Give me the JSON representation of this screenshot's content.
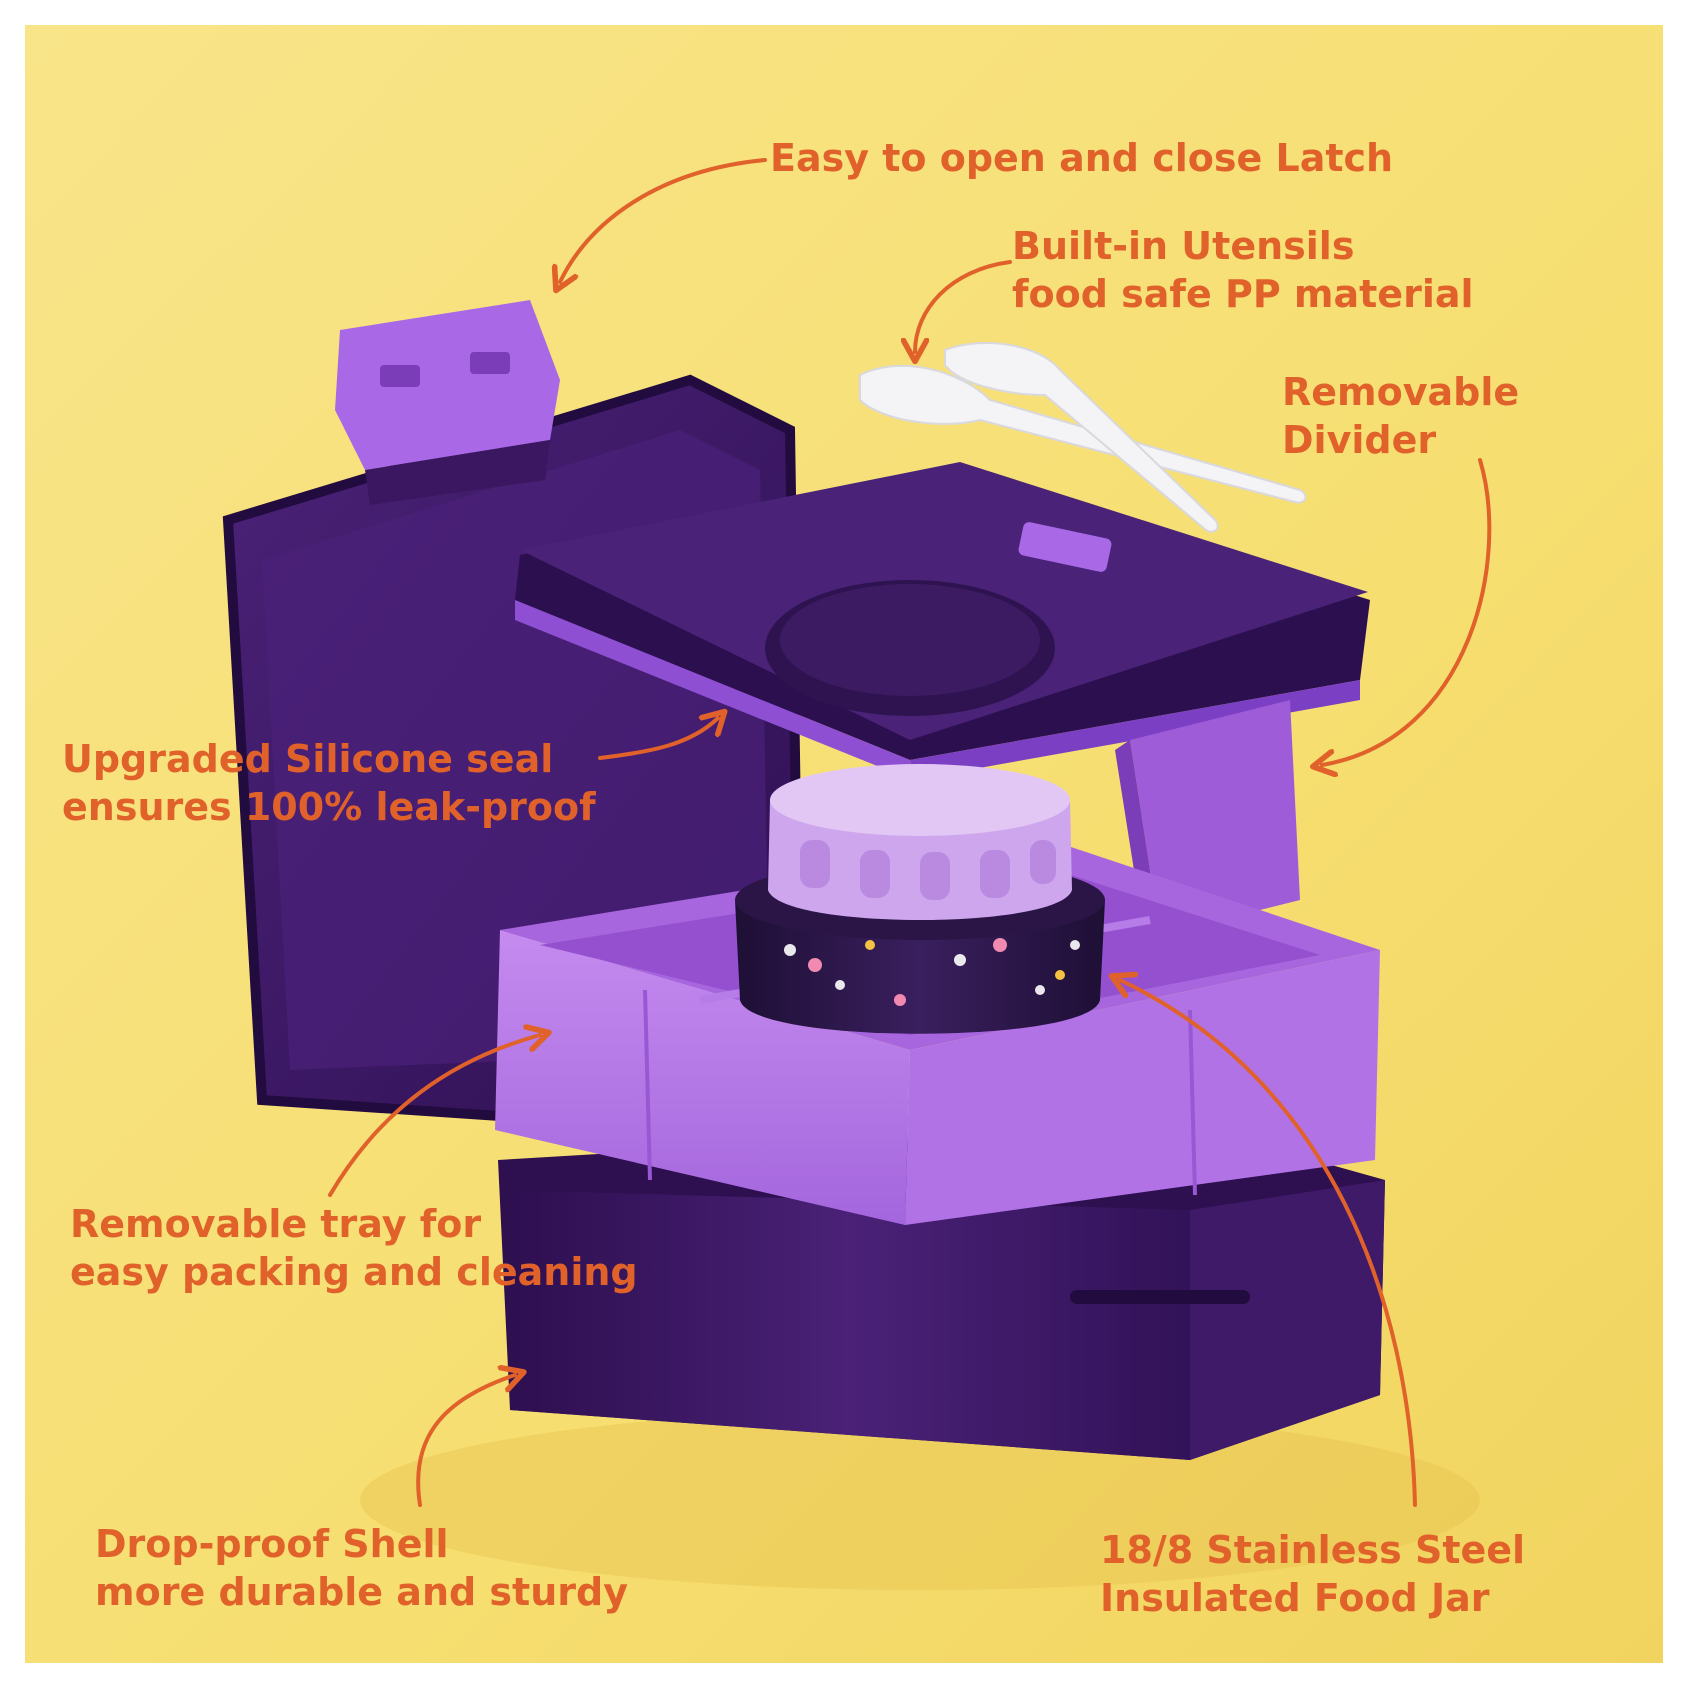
{
  "colors": {
    "background": "#F8E27C",
    "background_shade": "#F2D35F",
    "callout_text": "#E0622A",
    "arrow": "#E0622A",
    "lid_dark": "#3E1A66",
    "lid_rim": "#2C0F4F",
    "tray_light": "#B77BE6",
    "tray_mid": "#9F5CD8",
    "shell_dark": "#3A1760",
    "latch": "#A968E6",
    "jar_lid": "#D9B8F2",
    "utensils": "#F4F4F6"
  },
  "callouts": {
    "latch": "Easy to open and close Latch",
    "utensils": {
      "line1": "Built-in Utensils",
      "line2": "food safe PP material"
    },
    "divider": {
      "line1": "Removable",
      "line2": "Divider"
    },
    "seal": {
      "line1": "Upgraded Silicone seal",
      "line2": "ensures 100% leak-proof"
    },
    "tray": {
      "line1": "Removable tray for",
      "line2": "easy packing and cleaning"
    },
    "shell": {
      "line1": "Drop-proof Shell",
      "line2": "more durable and sturdy"
    },
    "jar": {
      "line1": "18/8 Stainless Steel",
      "line2": "Insulated Food Jar"
    }
  }
}
